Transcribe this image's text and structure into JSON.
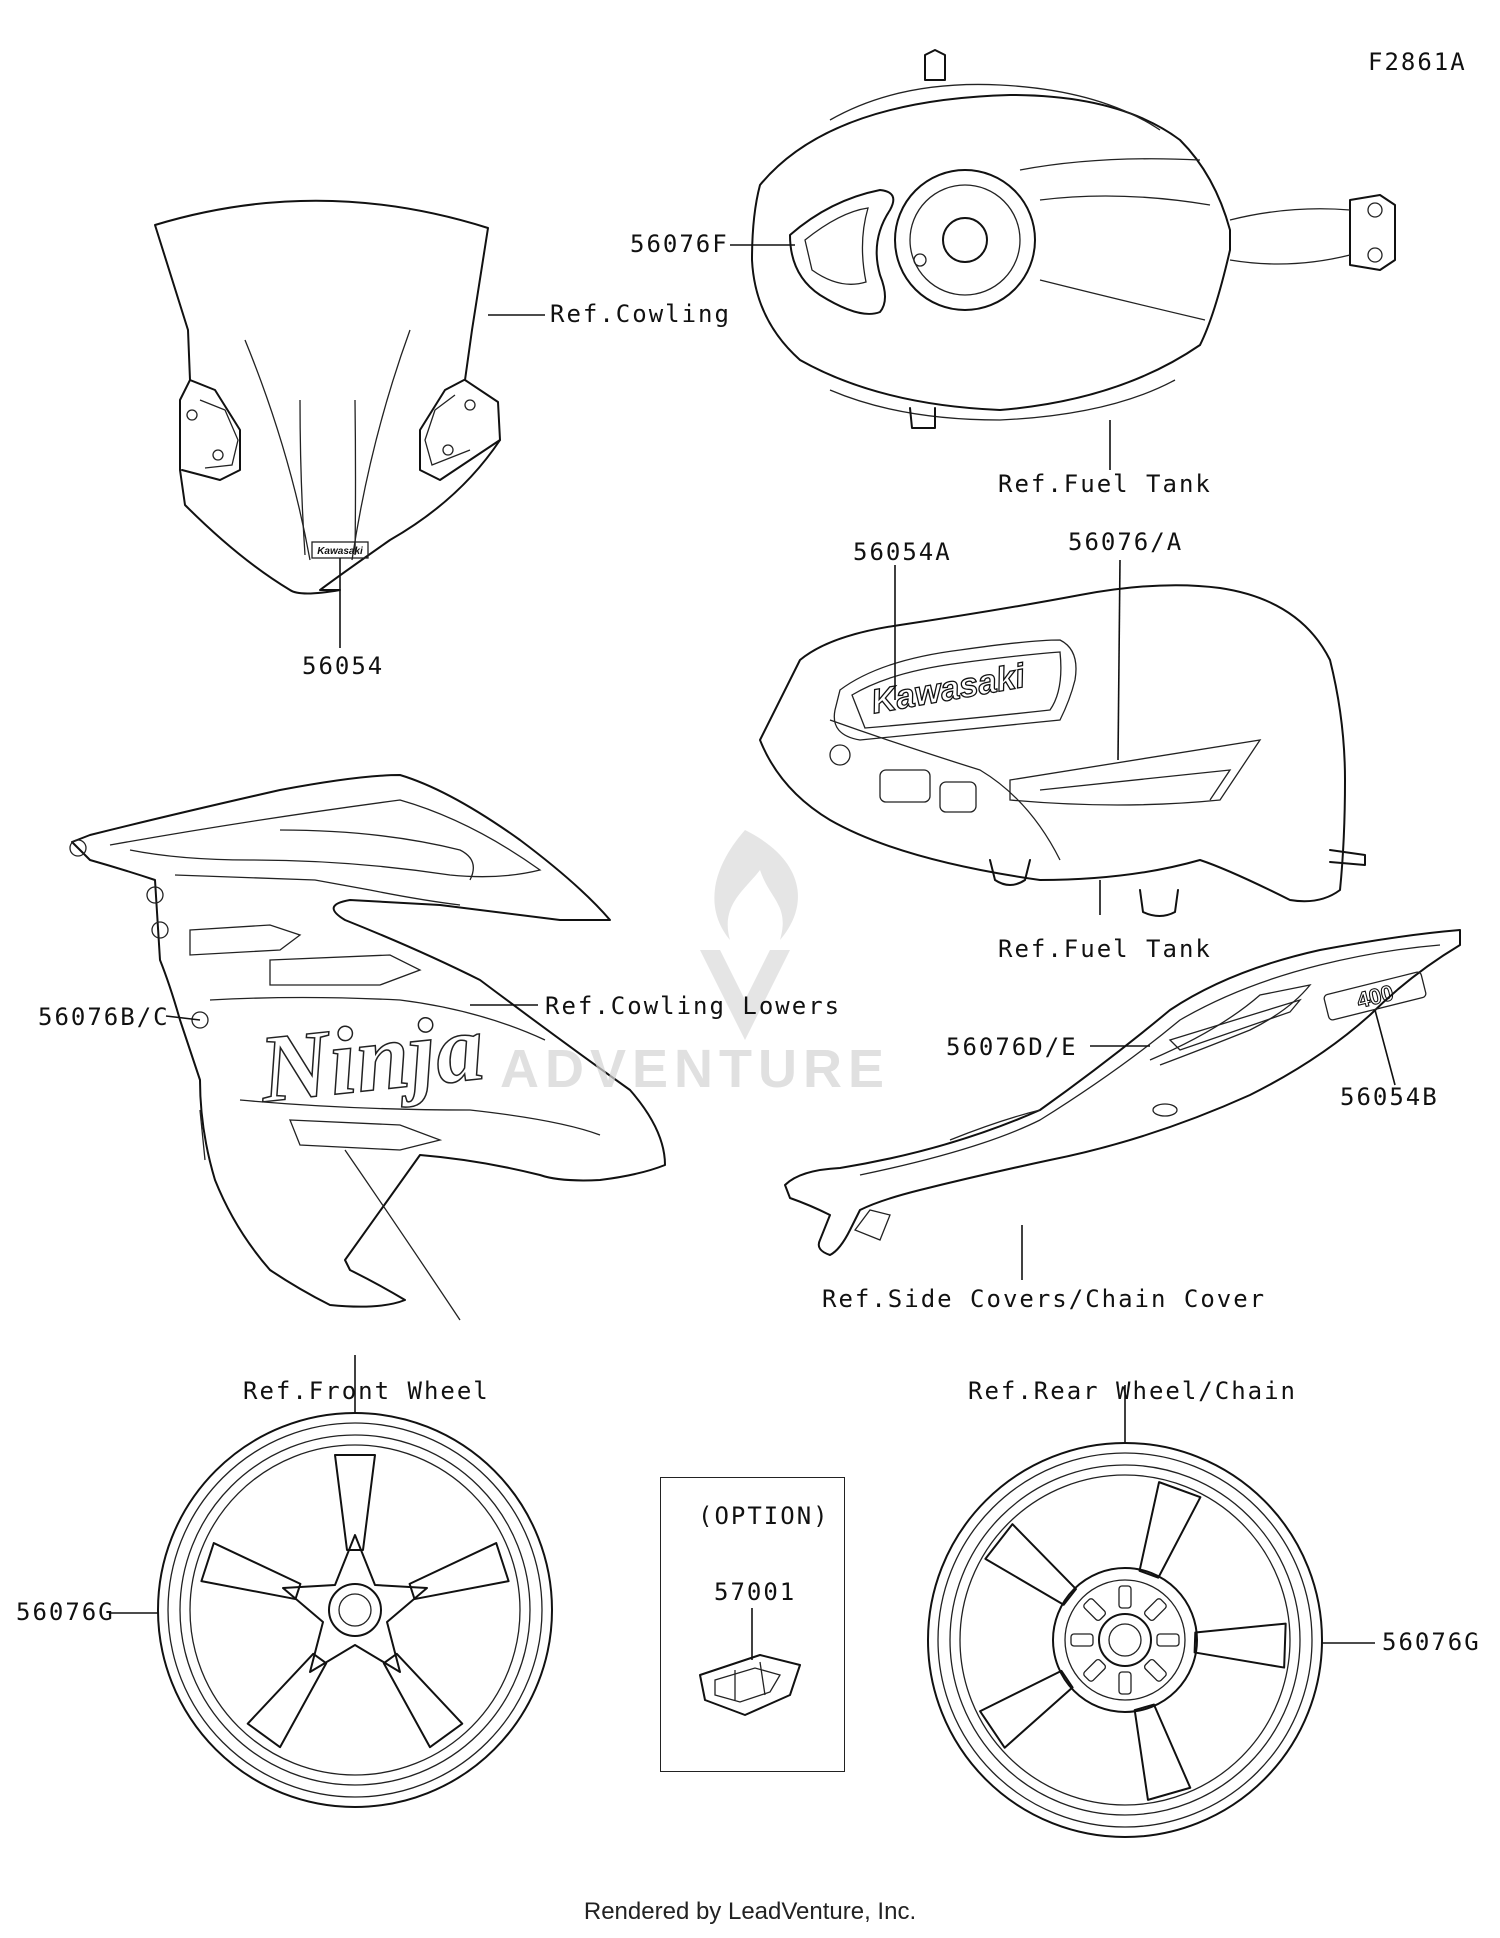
{
  "figure_code": "F2861A",
  "footer": "Rendered by LeadVenture, Inc.",
  "watermark": "ADVENTURE",
  "option_box": {
    "title": "(OPTION)",
    "part": "57001"
  },
  "artwork_lettering": [
    "Kawasaki",
    "Kawasaki",
    "Ninja",
    "400"
  ],
  "callouts": {
    "windshield_part": "56054",
    "windshield_ref": "Ref.Cowling",
    "tank_top_part": "56076F",
    "tank_top_ref": "Ref.Fuel Tank",
    "tank_side_logo": "56054A",
    "tank_side_stripe": "56076/A",
    "tank_side_ref": "Ref.Fuel Tank",
    "cowl_part": "56076B/C",
    "cowl_ref": "Ref.Cowling Lowers",
    "side_cover_part": "56076D/E",
    "side_cover_num": "56054B",
    "side_cover_ref": "Ref.Side Covers/Chain Cover",
    "front_wheel_ref": "Ref.Front Wheel",
    "front_wheel_part": "56076G",
    "rear_wheel_ref": "Ref.Rear Wheel/Chain",
    "rear_wheel_part": "56076G"
  }
}
